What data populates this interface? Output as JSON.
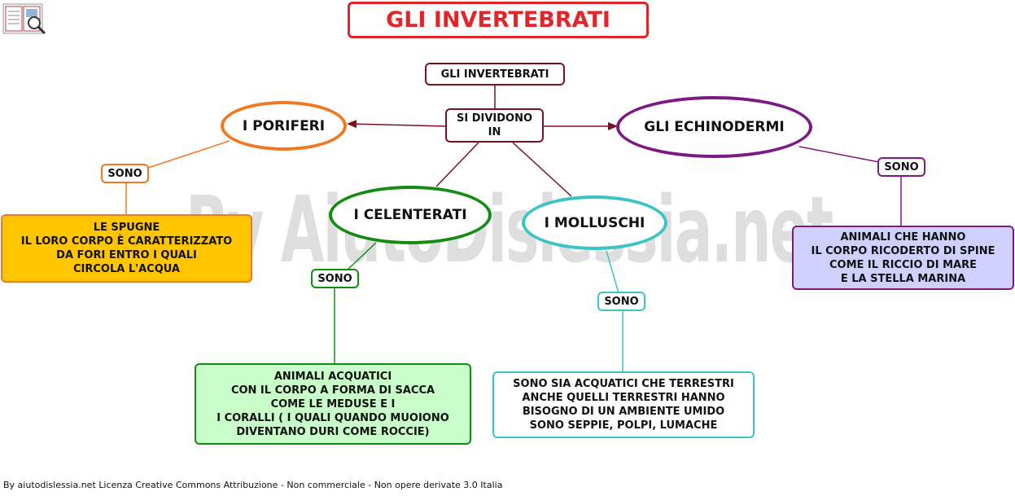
{
  "title": "GLI INVERTEBRATI",
  "watermark": "By AiutoDislessia.net",
  "root": "GLI INVERTEBRATI",
  "connector": "SI DIVIDONO\nIN",
  "groups": {
    "poriferi": {
      "name": "I PORIFERI",
      "link": "SONO",
      "description": "LE SPUGNE\nIL LORO CORPO È CARATTERIZZATO\nDA FORI ENTRO I QUALI\nCIRCOLA L'ACQUA"
    },
    "celenterati": {
      "name": "I CELENTERATI",
      "link": "SONO",
      "description": "ANIMALI ACQUATICI\nCON IL CORPO A FORMA DI SACCA\nCOME LE MEDUSE E I\nI CORALLI ( I QUALI QUANDO MUOIONO\nDIVENTANO DURI COME ROCCIE)"
    },
    "molluschi": {
      "name": "I MOLLUSCHI",
      "link": "SONO",
      "description": "SONO SIA ACQUATICI CHE TERRESTRI\nANCHE QUELLI TERRESTRI HANNO\nBISOGNO DI UN AMBIENTE UMIDO\nSONO SEPPIE, POLPI, LUMACHE"
    },
    "echinodermi": {
      "name": "GLI ECHINODERMI",
      "link": "SONO",
      "description": "ANIMALI CHE HANNO\nIL CORPO RICODERTO DI SPINE\nCOME IL RICCIO DI MARE\nE LA STELLA MARINA"
    }
  },
  "footer": "By aiutodislessia.net Licenza Creative Commons Attribuzione - Non commerciale - Non opere derivate 3.0 Italia",
  "colors": {
    "title": "#e0262a",
    "root": "#7a1020",
    "poriferi": "#f07820",
    "celenterati": "#148c14",
    "molluschi": "#3cc4c4",
    "echinodermi": "#7a1a82",
    "poriferi_fill": "#ffc600",
    "celenterati_fill": "#c8fcc8",
    "molluschi_fill": "#ffffff",
    "echinodermi_fill": "#d0d0ff"
  }
}
